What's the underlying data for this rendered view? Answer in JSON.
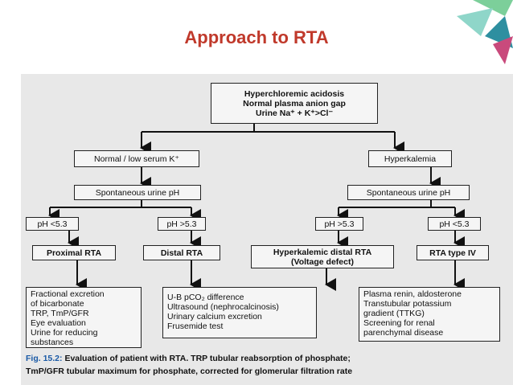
{
  "slide": {
    "title": "Approach to RTA"
  },
  "diagram": {
    "root": [
      "Hyperchloremic acidosis",
      "Normal plasma anion gap",
      "Urine Na⁺ + K⁺>Cl⁻"
    ],
    "left_branch": "Normal / low serum K⁺",
    "right_branch": "Hyperkalemia",
    "left_urine_ph": "Spontaneous urine pH",
    "right_urine_ph": "Spontaneous urine pH",
    "ph_lt_53_left": "pH <5.3",
    "ph_gt_53_left": "pH >5.3",
    "ph_gt_53_right": "pH >5.3",
    "ph_lt_53_right": "pH <5.3",
    "proximal": "Proximal RTA",
    "distal": "Distal RTA",
    "hyperkalemic_distal": [
      "Hyperkalemic distal RTA",
      "(Voltage defect)"
    ],
    "type_iv": "RTA type IV",
    "proximal_tests": [
      "Fractional excretion",
      "of bicarbonate",
      "TRP, TmP/GFR",
      "Eye evaluation",
      "Urine for reducing",
      "substances"
    ],
    "distal_tests": [
      "U-B pCO₂ difference",
      "Ultrasound (nephrocalcinosis)",
      "Urinary calcium excretion",
      "Frusemide test"
    ],
    "right_tests": [
      "Plasma renin, aldosterone",
      "Transtubular potassium",
      "gradient (TTKG)",
      "Screening for renal",
      "parenchymal disease"
    ]
  },
  "caption": {
    "label": "Fig. 15.2:",
    "line1": "Evaluation of patient with RTA. TRP  tubular reabsorption of phosphate;",
    "line2": "TmP/GFR tubular maximum for phosphate, corrected for glomerular filtration rate"
  },
  "colors": {
    "title": "#c0392b",
    "caption_label": "#1a5aa6",
    "decor_green": "#7ccf9a",
    "decor_teal": "#2e8fa0",
    "decor_pink": "#c94a7c"
  }
}
